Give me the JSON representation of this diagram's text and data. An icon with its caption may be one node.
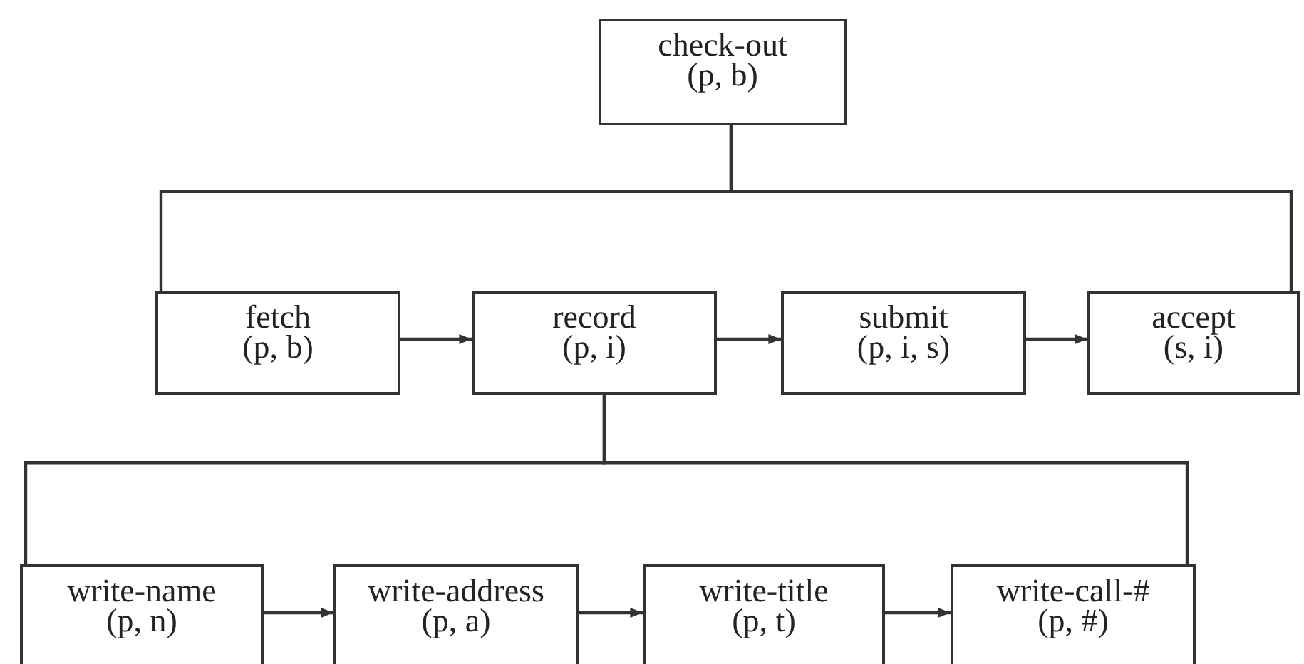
{
  "diagram": {
    "nodes": [
      {
        "text": [
          "check-out",
          "(p, b)"
        ]
      },
      {
        "text": [
          "fetch",
          "(p, b)"
        ]
      },
      {
        "text": [
          "record",
          "(p, i)"
        ]
      },
      {
        "text": [
          "submit",
          "(p, i, s)"
        ]
      },
      {
        "text": [
          "accept",
          "(s, i)"
        ]
      },
      {
        "text": [
          "write-name",
          "(p, n)"
        ]
      },
      {
        "text": [
          "write-address",
          "(p, a)"
        ]
      },
      {
        "text": [
          "write-title",
          "(p, t)"
        ]
      },
      {
        "text": [
          "write-call-#",
          "(p, #)"
        ]
      }
    ],
    "edges": [
      {
        "from": 0,
        "to": 1,
        "arrow": "none"
      },
      {
        "from": 0,
        "to": 4,
        "arrow": "none"
      },
      {
        "from": 1,
        "to": 2,
        "arrow": "to"
      },
      {
        "from": 2,
        "to": 3,
        "arrow": "to"
      },
      {
        "from": 3,
        "to": 4,
        "arrow": "to"
      },
      {
        "from": 2,
        "to": 5,
        "arrow": "none"
      },
      {
        "from": 2,
        "to": 8,
        "arrow": "none"
      },
      {
        "from": 5,
        "to": 6,
        "arrow": "to"
      },
      {
        "from": 6,
        "to": 7,
        "arrow": "to"
      },
      {
        "from": 7,
        "to": 8,
        "arrow": "to"
      }
    ]
  }
}
